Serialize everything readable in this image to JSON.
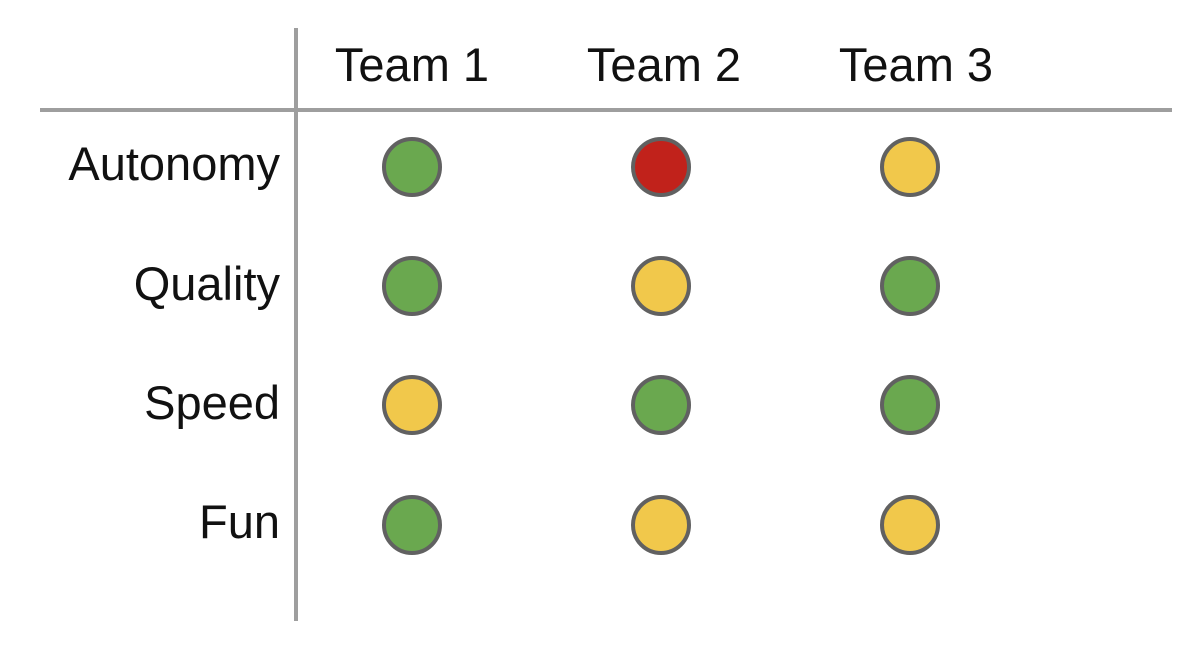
{
  "columns": [
    "Team 1",
    "Team 2",
    "Team 3"
  ],
  "rows": [
    {
      "label": "Autonomy",
      "status": [
        "green",
        "red",
        "yellow"
      ]
    },
    {
      "label": "Quality",
      "status": [
        "green",
        "yellow",
        "green"
      ]
    },
    {
      "label": "Speed",
      "status": [
        "yellow",
        "green",
        "green"
      ]
    },
    {
      "label": "Fun",
      "status": [
        "green",
        "yellow",
        "yellow"
      ]
    }
  ],
  "colors": {
    "green": "#6aa84f",
    "yellow": "#f1c84b",
    "red": "#c1221b",
    "border": "#616161",
    "gridline": "#9e9e9e"
  }
}
